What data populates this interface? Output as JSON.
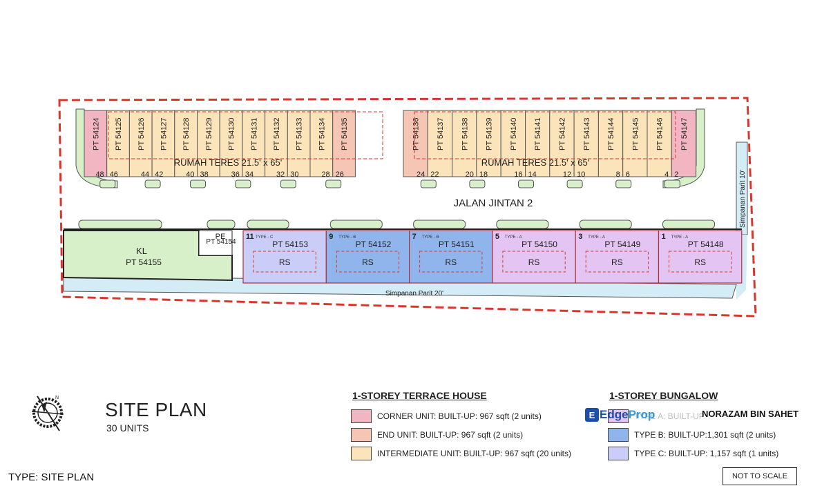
{
  "plan": {
    "road_label": "JALAN JINTAN 2",
    "reserve_bottom": "Simpanan Parit 20'",
    "reserve_right": "Simpanan Parit 10'",
    "terrace_label_left": "RUMAH TERES 21.5' x 65'",
    "terrace_label_right": "RUMAH TERES 21.5' x 65'",
    "terrace_left": [
      {
        "lot": "PT 54124",
        "kind": "corner",
        "house": "48"
      },
      {
        "lot": "PT 54125",
        "kind": "intermediate",
        "house": "46"
      },
      {
        "lot": "PT 54126",
        "kind": "intermediate",
        "house": "44"
      },
      {
        "lot": "PT 54127",
        "kind": "intermediate",
        "house": "42"
      },
      {
        "lot": "PT 54128",
        "kind": "intermediate",
        "house": "40"
      },
      {
        "lot": "PT 54129",
        "kind": "intermediate",
        "house": "38"
      },
      {
        "lot": "PT 54130",
        "kind": "intermediate",
        "house": "36"
      },
      {
        "lot": "PT 54131",
        "kind": "intermediate",
        "house": "34"
      },
      {
        "lot": "PT 54132",
        "kind": "intermediate",
        "house": "32"
      },
      {
        "lot": "PT 54133",
        "kind": "intermediate",
        "house": "30"
      },
      {
        "lot": "PT 54134",
        "kind": "intermediate",
        "house": "28"
      },
      {
        "lot": "PT 54135",
        "kind": "end",
        "house": "26"
      }
    ],
    "terrace_right": [
      {
        "lot": "PT 54136",
        "kind": "end",
        "house": "24"
      },
      {
        "lot": "PT 54137",
        "kind": "intermediate",
        "house": "22"
      },
      {
        "lot": "PT 54138",
        "kind": "intermediate",
        "house": "20"
      },
      {
        "lot": "PT 54139",
        "kind": "intermediate",
        "house": "18"
      },
      {
        "lot": "PT 54140",
        "kind": "intermediate",
        "house": "16"
      },
      {
        "lot": "PT 54141",
        "kind": "intermediate",
        "house": "14"
      },
      {
        "lot": "PT 54142",
        "kind": "intermediate",
        "house": "12"
      },
      {
        "lot": "PT 54143",
        "kind": "intermediate",
        "house": "10"
      },
      {
        "lot": "PT 54144",
        "kind": "intermediate",
        "house": "8"
      },
      {
        "lot": "PT 54145",
        "kind": "intermediate",
        "house": "6"
      },
      {
        "lot": "PT 54146",
        "kind": "intermediate",
        "house": "4"
      },
      {
        "lot": "PT 54147",
        "kind": "corner",
        "house": "2"
      }
    ],
    "kl": {
      "label": "KL",
      "lot": "PT 54155"
    },
    "pe": {
      "label": "PE",
      "lot": "PT 54154"
    },
    "bungalows": [
      {
        "no": "11",
        "type": "TYPE - C",
        "lot": "PT 54153",
        "tag": "RS",
        "kind": "C"
      },
      {
        "no": "9",
        "type": "TYPE - B",
        "lot": "PT 54152",
        "tag": "RS",
        "kind": "B"
      },
      {
        "no": "7",
        "type": "TYPE - B",
        "lot": "PT 54151",
        "tag": "RS",
        "kind": "B"
      },
      {
        "no": "5",
        "type": "TYPE - A",
        "lot": "PT 54150",
        "tag": "RS",
        "kind": "A"
      },
      {
        "no": "3",
        "type": "TYPE - A",
        "lot": "PT 54149",
        "tag": "RS",
        "kind": "A"
      },
      {
        "no": "1",
        "type": "TYPE - A",
        "lot": "PT 54148",
        "tag": "RS",
        "kind": "A"
      }
    ]
  },
  "colors": {
    "corner": "#f2b6c2",
    "end": "#f6c6b4",
    "intermediate": "#fbe3ba",
    "typeA": "#e4c4f2",
    "typeB": "#8fb5ec",
    "typeC": "#c9cdf7",
    "green": "#d7f0c9",
    "reserve": "#d4ecf5",
    "boundary": "#d9362b"
  },
  "title": "SITE PLAN",
  "subtitle": "30 UNITS",
  "legend_terrace": {
    "heading": "1-STOREY TERRACE HOUSE",
    "items": [
      {
        "text": "CORNER UNIT: BUILT-UP: 967 sqft (2 units)",
        "color": "#f2b6c2"
      },
      {
        "text": "END UNIT: BUILT-UP: 967 sqft (2 units)",
        "color": "#f6c6b4"
      },
      {
        "text": "INTERMEDIATE UNIT: BUILT-UP: 967 sqft (20 units)",
        "color": "#fbe3ba"
      }
    ]
  },
  "legend_bungalow": {
    "heading": "1-STOREY BUNGALOW",
    "items": [
      {
        "text": "TYPE A: BUILT-UP",
        "color": "#e4c4f2"
      },
      {
        "text": "TYPE B: BUILT-UP:1,301 sqft (2 units)",
        "color": "#8fb5ec"
      },
      {
        "text": "TYPE C: BUILT-UP: 1,157 sqft (1 units)",
        "color": "#c9cdf7"
      }
    ]
  },
  "type_label": "TYPE: SITE PLAN",
  "not_to_scale": "NOT TO SCALE",
  "brand": {
    "part1": "Edge",
    "part2": "Prop"
  },
  "agent_name": "NORAZAM BIN SAHET",
  "compass_icon": "north-arrow-icon"
}
